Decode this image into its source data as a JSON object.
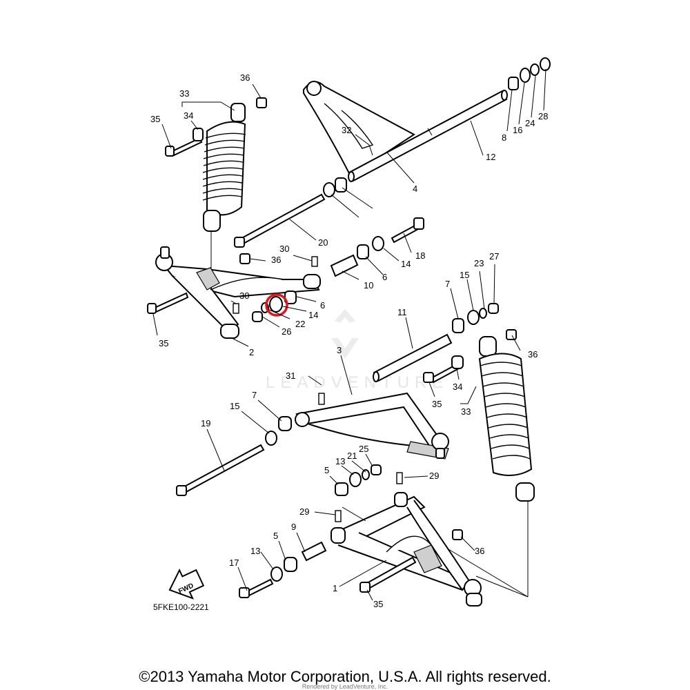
{
  "diagram": {
    "code": "5FKE100-2221",
    "fwd_label": "FWD",
    "watermark": "LEADVENTURE",
    "callouts": [
      "36",
      "33",
      "34",
      "35",
      "32",
      "12",
      "4",
      "8",
      "16",
      "24",
      "28",
      "20",
      "30",
      "36",
      "18",
      "14",
      "6",
      "10",
      "27",
      "23",
      "15",
      "7",
      "11",
      "30",
      "6",
      "14",
      "22",
      "26",
      "35",
      "2",
      "3",
      "36",
      "31",
      "34",
      "35",
      "33",
      "7",
      "15",
      "19",
      "25",
      "21",
      "13",
      "5",
      "29",
      "29",
      "9",
      "5",
      "13",
      "17",
      "36",
      "1",
      "35"
    ],
    "highlight": {
      "part": "14",
      "color": "#e8121b"
    }
  },
  "footer": {
    "copyright": "©2013 Yamaha Motor Corporation, U.S.A. All rights reserved.",
    "rendered_by": "Rendered by LeadVenture, Inc."
  }
}
